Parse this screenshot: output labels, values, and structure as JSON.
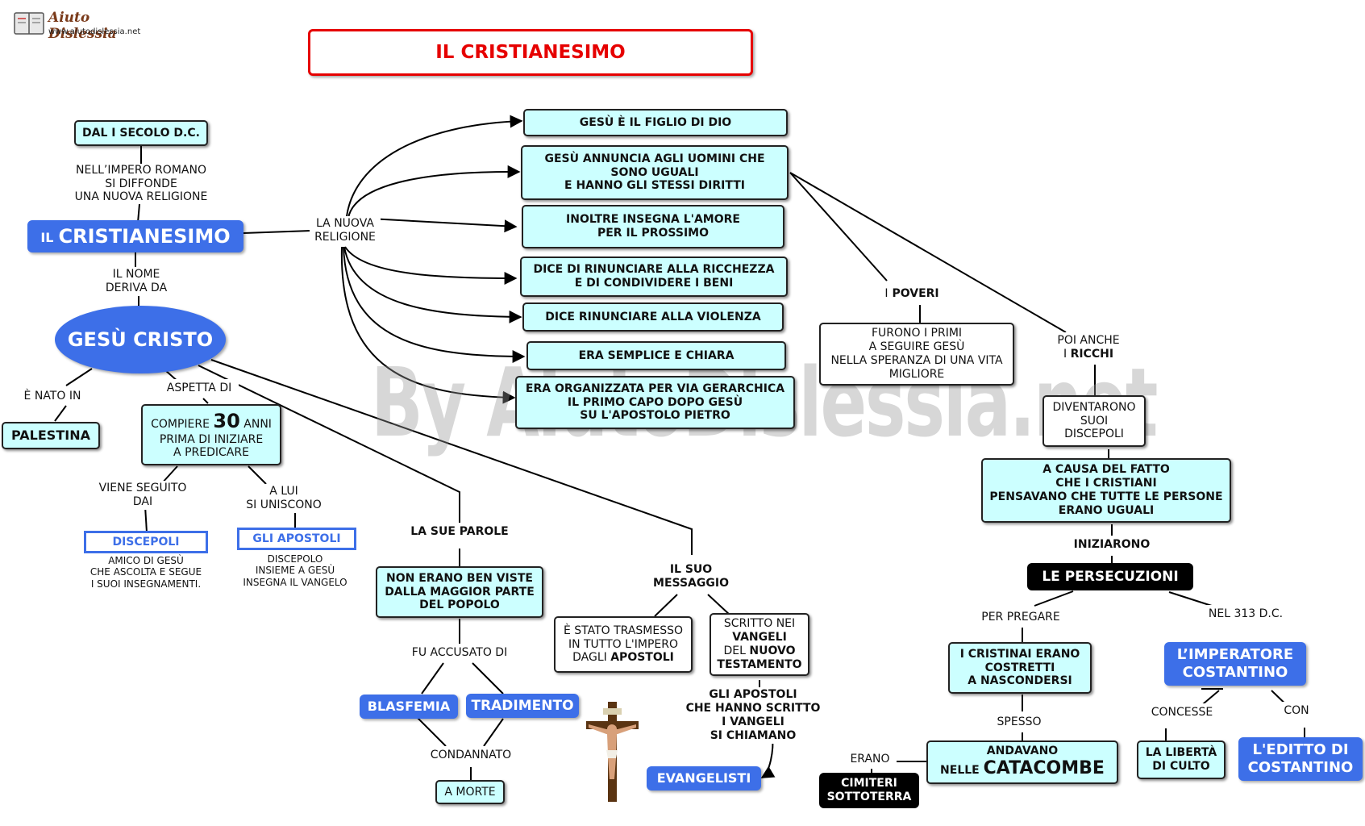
{
  "logo": {
    "name": "Aiuto Dislessia",
    "url": "www.aiutodislessia.net"
  },
  "title": "IL CRISTIANESIMO",
  "watermark": "By AiutoDislessia.net",
  "left": {
    "century": "DAL I SECOLO D.C.",
    "spread": [
      "NELL’IMPERO ROMANO",
      "SI DIFFONDE",
      "UNA NUOVA RELIGIONE"
    ],
    "cristianesimo_small": "IL",
    "cristianesimo_big": "CRISTIANESIMO",
    "name_from": [
      "IL NOME",
      "DERIVA DA"
    ],
    "gesu": "GESÙ CRISTO",
    "born_in": "È NATO IN",
    "palestina": "PALESTINA",
    "waits": "ASPETTA DI",
    "complete": {
      "before": "COMPIERE",
      "num": "30",
      "after": "ANNI",
      "lines": [
        "PRIMA DI INIZIARE",
        "A PREDICARE"
      ]
    },
    "followed": [
      "VIENE SEGUITO",
      "DAI"
    ],
    "join": [
      "A LUI",
      "SI UNISCONO"
    ],
    "discepoli": "DISCEPOLI",
    "discepoli_note": [
      "AMICO  DI  GESÙ",
      "CHE ASCOLTA  E  SEGUE",
      "I  SUOI  INSEGNAMENTI."
    ],
    "apostoli": "GLI APOSTOLI",
    "apostoli_note": [
      "DISCEPOLO",
      "INSIEME A GESÙ",
      "INSEGNA IL VANGELO"
    ]
  },
  "middle": {
    "new_religion": [
      "LA NUOVA",
      "RELIGIONE"
    ],
    "teachings": [
      [
        "GESÙ È IL FIGLIO DI DIO"
      ],
      [
        "GESÙ ANNUNCIA AGLI UOMINI CHE",
        "SONO UGUALI",
        "E HANNO GLI STESSI DIRITTI"
      ],
      [
        "INOLTRE INSEGNA L'AMORE",
        "PER IL PROSSIMO"
      ],
      [
        "DICE DI RINUNCIARE ALLA RICCHEZZA",
        "E DI CONDIVIDERE I BENI"
      ],
      [
        "DICE RINUNCIARE ALLA VIOLENZA"
      ],
      [
        "ERA SEMPLICE E CHIARA"
      ],
      [
        "ERA ORGANIZZATA PER VIA GERARCHICA",
        "IL PRIMO CAPO DOPO GESÙ",
        "SU L'APOSTOLO PIETRO"
      ]
    ],
    "words": "LA SUE PAROLE",
    "not_seen": [
      "NON ERANO BEN VISTE",
      "DALLA MAGGIOR PARTE",
      "DEL POPOLO"
    ],
    "accused": "FU ACCUSATO DI",
    "blasfemia": "BLASFEMIA",
    "tradimento": "TRADIMENTO",
    "condemned": "CONDANNATO",
    "death": "A MORTE",
    "message": [
      "IL SUO",
      "MESSAGGIO"
    ],
    "transmitted": [
      "È STATO TRASMESSO",
      "IN TUTTO L'IMPERO",
      "DAGLI"
    ],
    "transmitted_bold": "APOSTOLI",
    "written": {
      "l1": "SCRITTO NEI",
      "l2": "VANGELI",
      "l3a": "DEL",
      "l3b": "NUOVO",
      "l4": "TESTAMENTO"
    },
    "evangelists_text": [
      "GLI APOSTOLI",
      "CHE HANNO SCRITTO",
      "I VANGELI",
      "SI CHIAMANO"
    ],
    "evangelisti": "EVANGELISTI"
  },
  "right": {
    "poor": {
      "a": "I",
      "b": "POVERI"
    },
    "poor_box": [
      "FURONO I PRIMI",
      "A SEGUIRE GESÙ",
      "NELLA SPERANZA DI UNA VITA",
      "MIGLIORE"
    ],
    "rich": {
      "a": "POI ANCHE",
      "b": "I",
      "c": "RICCHI"
    },
    "rich_box": [
      "DIVENTARONO",
      "SUOI",
      "DISCEPOLI"
    ],
    "cause": [
      "A CAUSA DEL FATTO",
      "CHE I CRISTIANI",
      "PENSAVANO CHE TUTTE LE PERSONE",
      "ERANO UGUALI"
    ],
    "began": "INIZIARONO",
    "persecutions": "LE PERSECUZIONI",
    "to_pray": "PER PREGARE",
    "year": "NEL 313 D.C.",
    "forced": [
      "I CRISTINAI ERANO",
      "COSTRETTI",
      "A NASCONDERSI"
    ],
    "often": "SPESSO",
    "went": "ANDAVANO",
    "in": "NELLE",
    "catacombs": "CATACOMBE",
    "were": "ERANO",
    "cemeteries": [
      "CIMITERI",
      "SOTTOTERRA"
    ],
    "emperor": [
      "L’IMPERATORE",
      "COSTANTINO"
    ],
    "granted": "CONCESSE",
    "with": "CON",
    "freedom": [
      "LA LIBERTÀ",
      "DI CULTO"
    ],
    "edict": [
      "L'EDITTO DI",
      "COSTANTINO"
    ]
  },
  "colors": {
    "cyan": "#ccffff",
    "blue": "#3d6fe8",
    "red": "#e60000",
    "black": "#000000"
  }
}
